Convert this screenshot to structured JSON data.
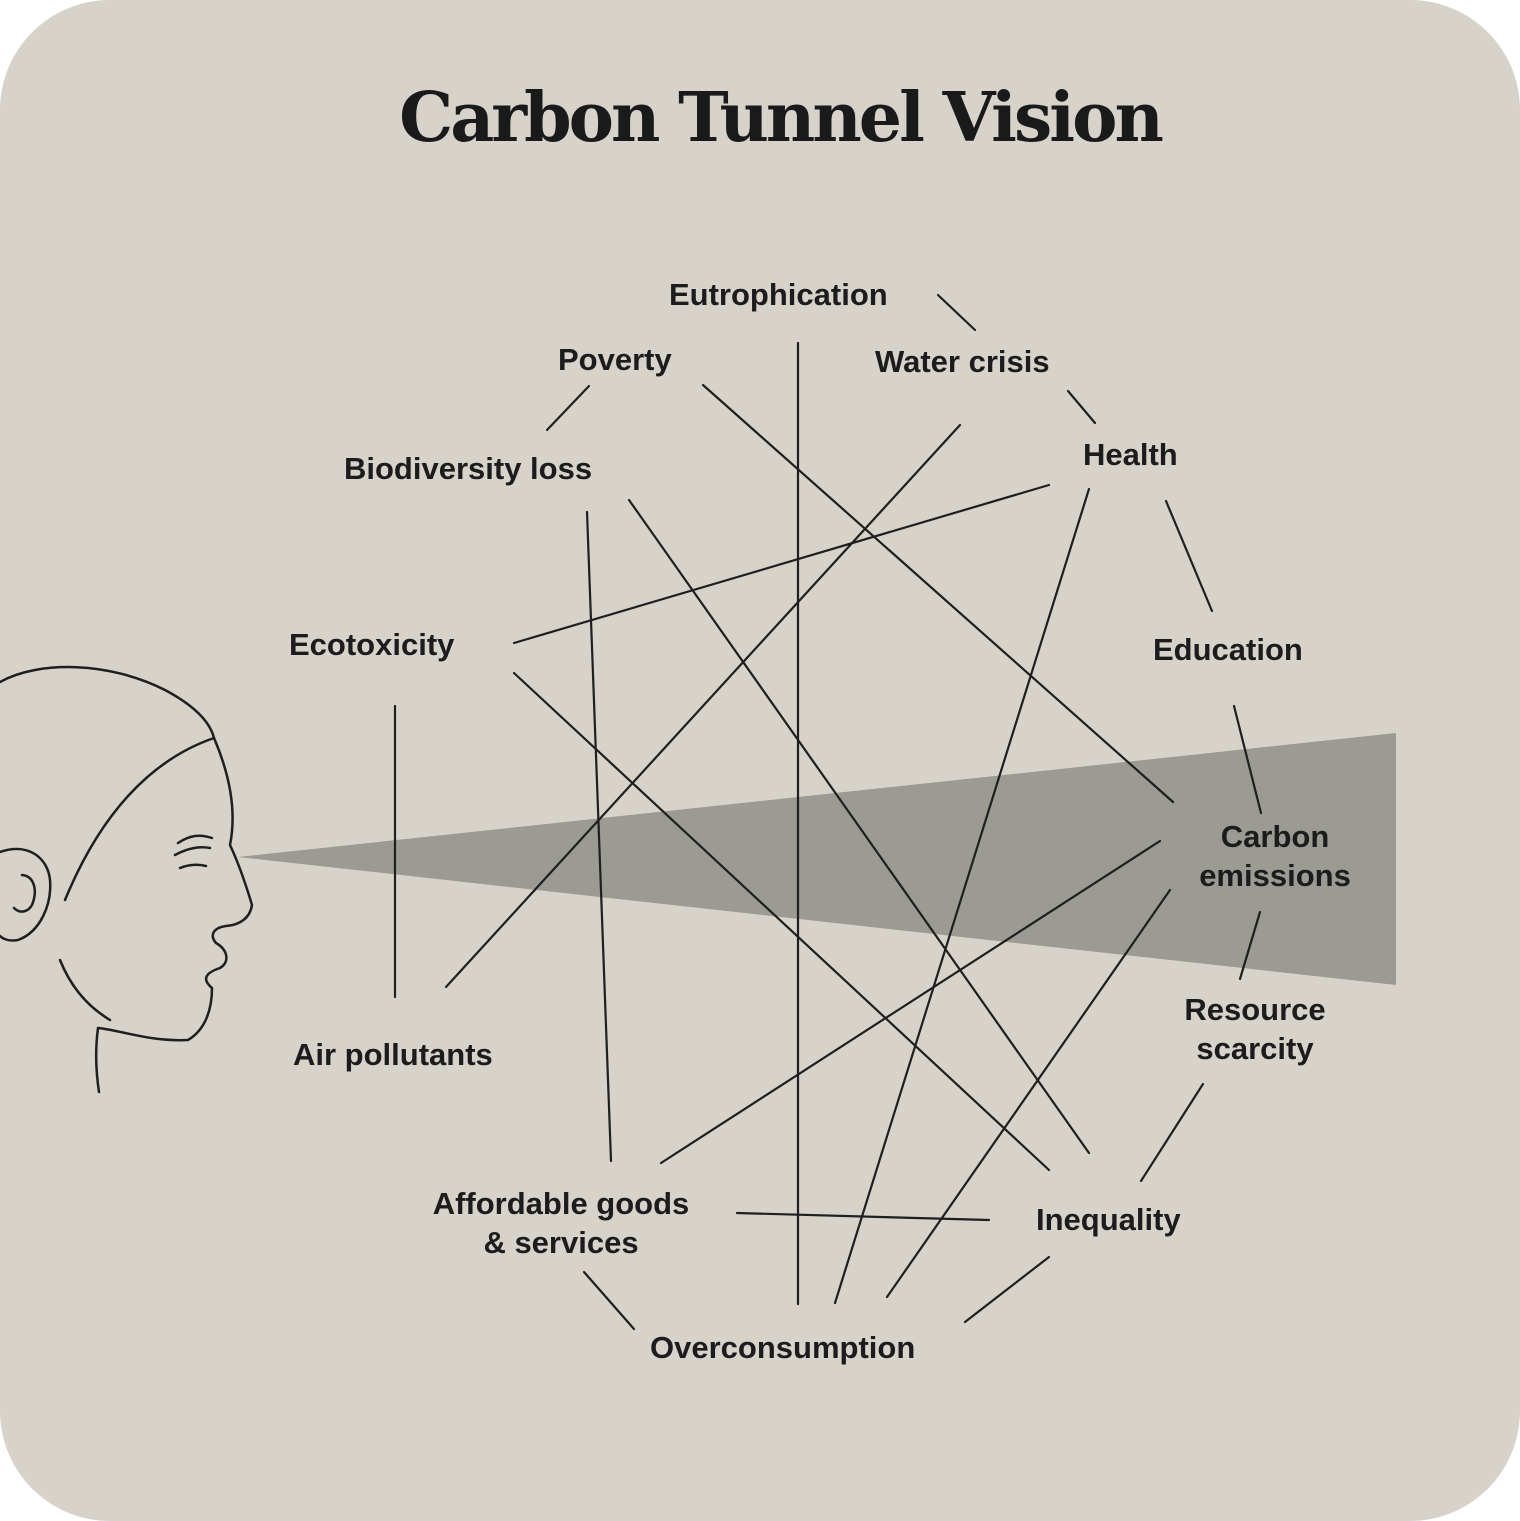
{
  "title": "Carbon Tunnel Vision",
  "colors": {
    "background": "#d7d3cb",
    "tunnel_beam": "#9b9a93",
    "line": "#1f1f1f",
    "text": "#1c1c1c"
  },
  "icons": {
    "viewer": "human-head-profile-icon"
  },
  "nodes": {
    "eutrophication": "Eutrophication",
    "poverty": "Poverty",
    "water_crisis": "Water crisis",
    "health": "Health",
    "biodiversity_loss": "Biodiversity loss",
    "education": "Education",
    "ecotoxicity": "Ecotoxicity",
    "carbon_emissions_1": "Carbon",
    "carbon_emissions_2": "emissions",
    "resource_scarcity_1": "Resource",
    "resource_scarcity_2": "scarcity",
    "air_pollutants": "Air pollutants",
    "affordable_goods_1": "Affordable goods",
    "affordable_goods_2": "& services",
    "inequality": "Inequality",
    "overconsumption": "Overconsumption"
  }
}
